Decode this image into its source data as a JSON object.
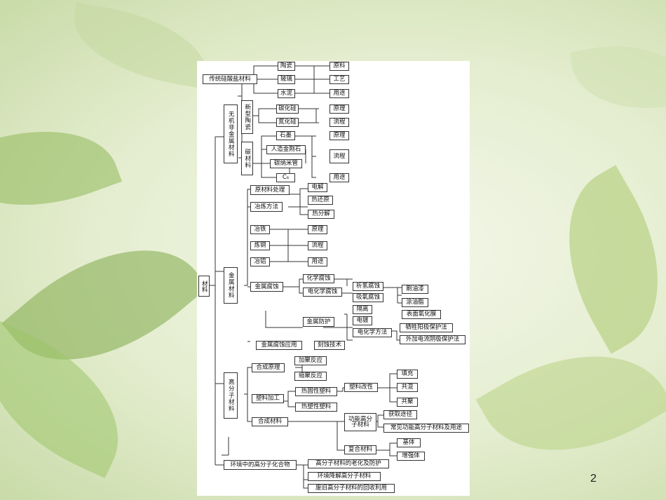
{
  "page_number": "2",
  "diagram": {
    "root": "材料",
    "inorganic": "无机非金属材料",
    "traditional": "传统硅酸盐材料",
    "ceramic": "陶瓷",
    "glass": "玻璃",
    "cement": "水泥",
    "raw": "原料",
    "craft": "工艺",
    "use": "用途",
    "new_ceramic": "新型陶瓷",
    "sic": "碳化硅",
    "si3n4": "氮化硅",
    "principle": "原理",
    "process": "流程",
    "carbon_mat": "碳材料",
    "graphite": "石墨",
    "diamond": "人造金刚石",
    "nanotube": "碳纳米管",
    "c60": "C₆",
    "metal": "金属材料",
    "ore_process": "原材料处理",
    "smelting": "冶炼方法",
    "electrolysis": "电解",
    "thermal_red": "热还原",
    "thermal_dec": "热分解",
    "iron": "冶铁",
    "steel": "炼钢",
    "aluminum": "冶铝",
    "corrosion": "金属腐蚀",
    "chem_corr": "化学腐蚀",
    "electrochem_corr": "电化学腐蚀",
    "h_evolution": "析氢腐蚀",
    "o_absorption": "吸氧腐蚀",
    "protection": "金属防护",
    "isolation": "隔离",
    "plating": "电镀",
    "electrochem_method": "电化学方法",
    "paint": "刷油漆",
    "grease": "涂油脂",
    "oxide": "表面氧化膜",
    "sac_anode": "牺牲阳极保护法",
    "imp_current": "外加电流阴极保护法",
    "corr_app": "金属腐蚀应用",
    "etching": "刻蚀技术",
    "polymer": "高分子材料",
    "synthesis": "合成原理",
    "add_poly": "加聚反应",
    "cond_poly": "缩聚反应",
    "plastic_proc": "塑料加工",
    "thermoset": "热固性塑料",
    "thermoplastic": "热塑性塑料",
    "plastic_mod": "塑料改性",
    "filling": "填充",
    "blending": "共混",
    "copoly": "共聚",
    "synth_mat": "合成材料",
    "functional": "功能高分子材料",
    "access": "获取途径",
    "common_func": "常见功能高分子材料及用途",
    "composite": "复合材料",
    "matrix": "基体",
    "reinforce": "增强体",
    "env": "环境中的高分子化合物",
    "aging": "高分子材料的老化及防护",
    "degradable": "环境降解高分子材料",
    "recycling": "废旧高分子材料的回收利用"
  }
}
